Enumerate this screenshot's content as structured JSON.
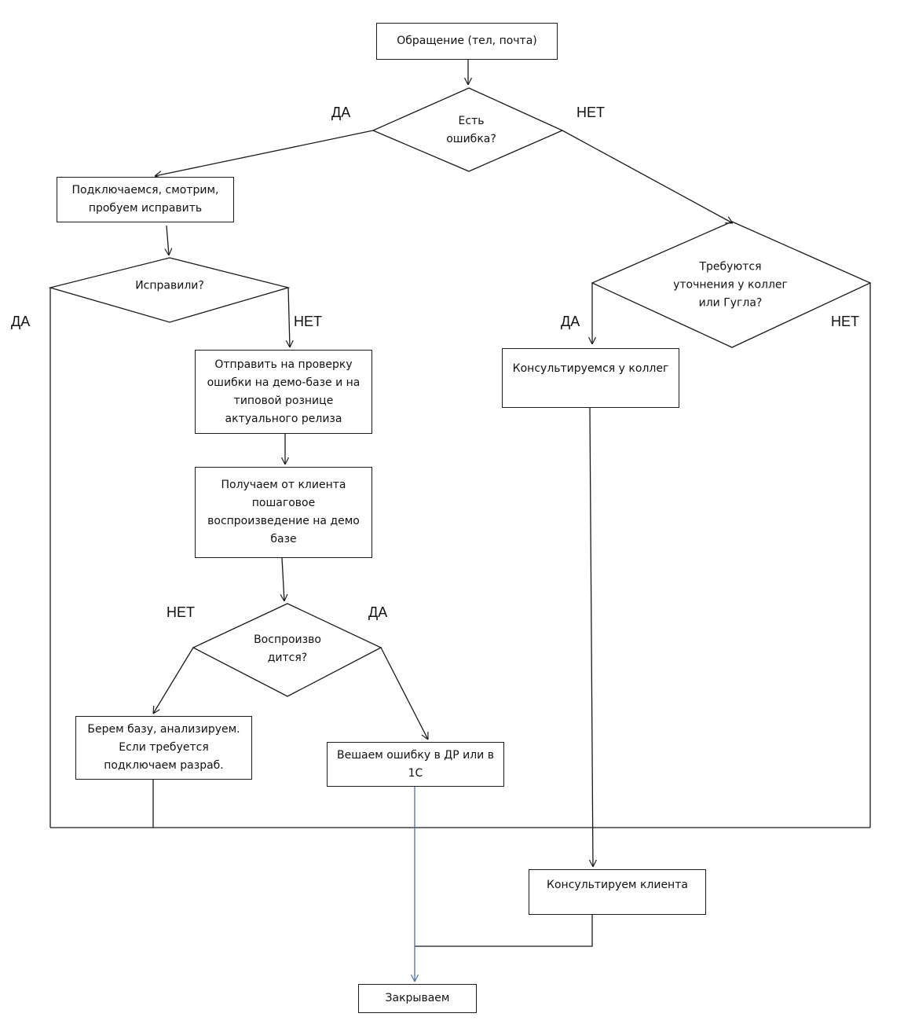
{
  "diagram": {
    "nodes": {
      "start": {
        "lines": [
          "Обращение (тел, почта)"
        ]
      },
      "connect": {
        "lines": [
          "Подключаемся, смотрим,",
          "пробуем исправить"
        ]
      },
      "send_check": {
        "lines": [
          "Отправить на проверку",
          "ошибки на демо-базе и на",
          "типовой рознице",
          "актуального релиза"
        ]
      },
      "receive": {
        "lines": [
          "Получаем от клиента",
          "пошаговое",
          "воспроизведение на демо",
          "базе"
        ]
      },
      "take_base": {
        "lines": [
          "Берем базу, анализируем.",
          "Если требуется",
          "подключаем разраб."
        ]
      },
      "hang_error": {
        "lines": [
          "Вешаем ошибку в ДР или в",
          "1С"
        ]
      },
      "consult_colleagues": {
        "lines": [
          "Консультируемся у коллег"
        ]
      },
      "consult_client": {
        "lines": [
          "Консультируем клиента"
        ]
      },
      "close": {
        "lines": [
          "Закрываем"
        ]
      }
    },
    "decisions": {
      "has_error": {
        "lines": [
          "Есть",
          "ошибка?"
        ]
      },
      "fixed": {
        "lines": [
          "Исправили?"
        ]
      },
      "reproduced": {
        "lines": [
          "Воспроизво",
          "дится?"
        ]
      },
      "need_advice": {
        "lines": [
          "Требуются",
          "уточнения у коллег",
          "или Гугла?"
        ]
      }
    },
    "branch_labels": {
      "has_error_yes": "ДА",
      "has_error_no": "НЕТ",
      "fixed_yes": "ДА",
      "fixed_no": "НЕТ",
      "reproduced_no": "НЕТ",
      "reproduced_yes": "ДА",
      "need_advice_yes": "ДА",
      "need_advice_no": "НЕТ"
    },
    "colors": {
      "line": "#1a1a1a",
      "accent_line": "#4a6fa5"
    }
  }
}
